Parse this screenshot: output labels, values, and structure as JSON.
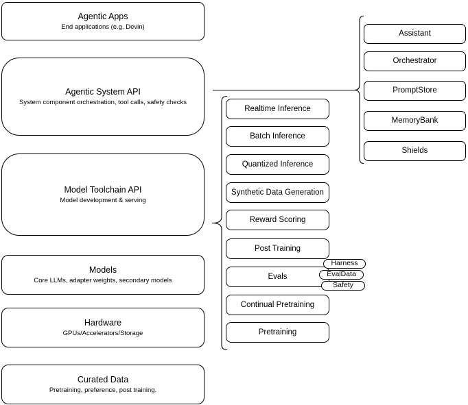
{
  "colors": {
    "stroke": "#000000",
    "fill": "#ffffff",
    "text": "#000000"
  },
  "stack": [
    {
      "title": "Agentic Apps",
      "subtitle": "End applications (e.g. Devin)"
    },
    {
      "title": "Agentic System API",
      "subtitle": "System component orchestration, tool calls, safety checks"
    },
    {
      "title": "Model Toolchain API",
      "subtitle": "Model development & serving"
    },
    {
      "title": "Models",
      "subtitle": "Core LLMs, adapter weights, secondary models"
    },
    {
      "title": "Hardware",
      "subtitle": "GPUs/Accelerators/Storage"
    },
    {
      "title": "Curated Data",
      "subtitle": "Pretraining, preference, post training."
    }
  ],
  "toolchain_components": [
    "Realtime Inference",
    "Batch Inference",
    "Quantized Inference",
    "Synthetic Data Generation",
    "Reward Scoring",
    "Post Training",
    "Evals",
    "Continual Pretraining",
    "Pretraining"
  ],
  "evals_subcomponents": [
    "Harness",
    "EvalData",
    "Safety"
  ],
  "system_components": [
    "Assistant",
    "Orchestrator",
    "PromptStore",
    "MemoryBank",
    "Shields"
  ]
}
